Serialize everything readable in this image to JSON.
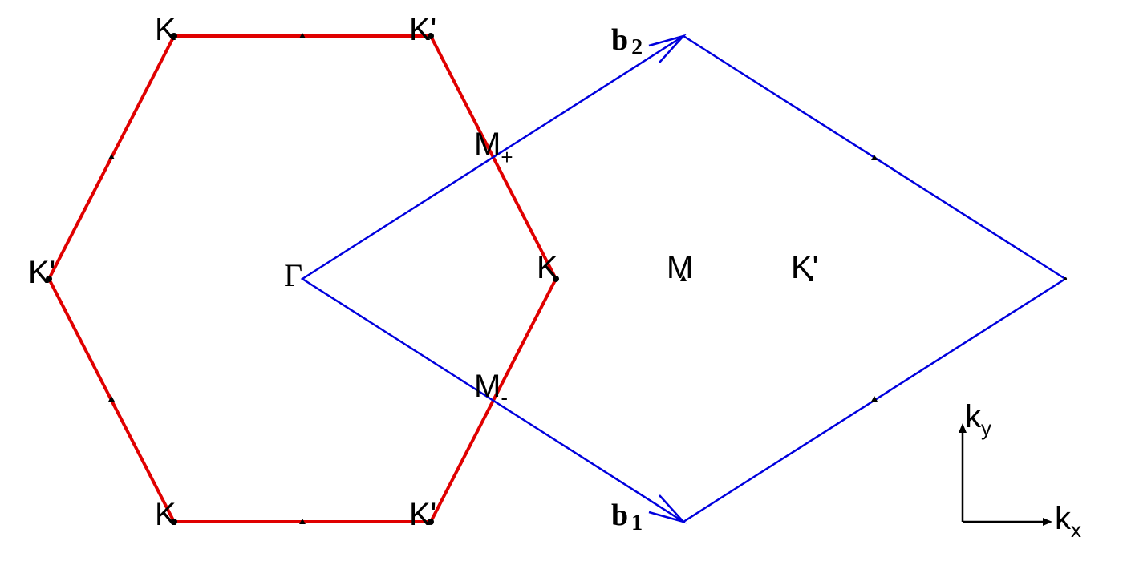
{
  "points": {
    "k_top_left": "K",
    "kp_top_right": "K'",
    "kp_left": "K'",
    "k_right": "K",
    "k_bottom_left": "K",
    "kp_bottom_right": "K'",
    "gamma": "Γ",
    "m_plus_base": "M",
    "m_plus_sub": "+",
    "m_minus_base": "M",
    "m_minus_sub": "-",
    "m_center": "M",
    "kp_center": "K'"
  },
  "vectors": {
    "b1_base": "b",
    "b1_sub": "1",
    "b2_base": "b",
    "b2_sub": "2"
  },
  "axes": {
    "kx_base": "k",
    "kx_sub": "x",
    "ky_base": "k",
    "ky_sub": "y"
  },
  "colors": {
    "hexagon": "#e00000",
    "rhombus": "#0000dd",
    "text": "#000000"
  }
}
